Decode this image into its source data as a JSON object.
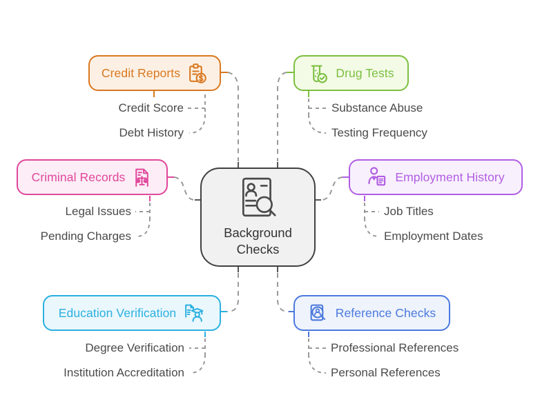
{
  "diagram": {
    "type": "mindmap",
    "connector_color": "#999999",
    "child_text_color": "#4A4A4A",
    "center": {
      "label": "Background Checks",
      "line1": "Background",
      "line2": "Checks",
      "icon": "profile-search-icon",
      "border_color": "#404040",
      "bg": "#F1F1F1"
    },
    "branches": [
      {
        "label": "Credit Reports",
        "icon": "clipboard-dollar-icon",
        "color": "#D9771E",
        "bg": "#FCF0E4",
        "children": [
          "Credit Score",
          "Debt History"
        ]
      },
      {
        "label": "Drug Tests",
        "icon": "test-tube-check-icon",
        "color": "#7CBF3F",
        "bg": "#F3FAE6",
        "children": [
          "Substance Abuse",
          "Testing Frequency"
        ]
      },
      {
        "label": "Criminal Records",
        "icon": "document-scales-icon",
        "color": "#E0479B",
        "bg": "#FCEDF6",
        "children": [
          "Legal Issues",
          "Pending Charges"
        ]
      },
      {
        "label": "Employment History",
        "icon": "person-document-icon",
        "color": "#B15DE3",
        "bg": "#F8F0FD",
        "children": [
          "Job Titles",
          "Employment Dates"
        ]
      },
      {
        "label": "Education Verification",
        "icon": "document-graduate-icon",
        "color": "#2AB0E0",
        "bg": "#EAF7FC",
        "children": [
          "Degree Verification",
          "Institution Accreditation"
        ]
      },
      {
        "label": "Reference Checks",
        "icon": "document-magnifier-person-icon",
        "color": "#4B79DD",
        "bg": "#EEF3FC",
        "children": [
          "Professional References",
          "Personal References"
        ]
      }
    ]
  }
}
